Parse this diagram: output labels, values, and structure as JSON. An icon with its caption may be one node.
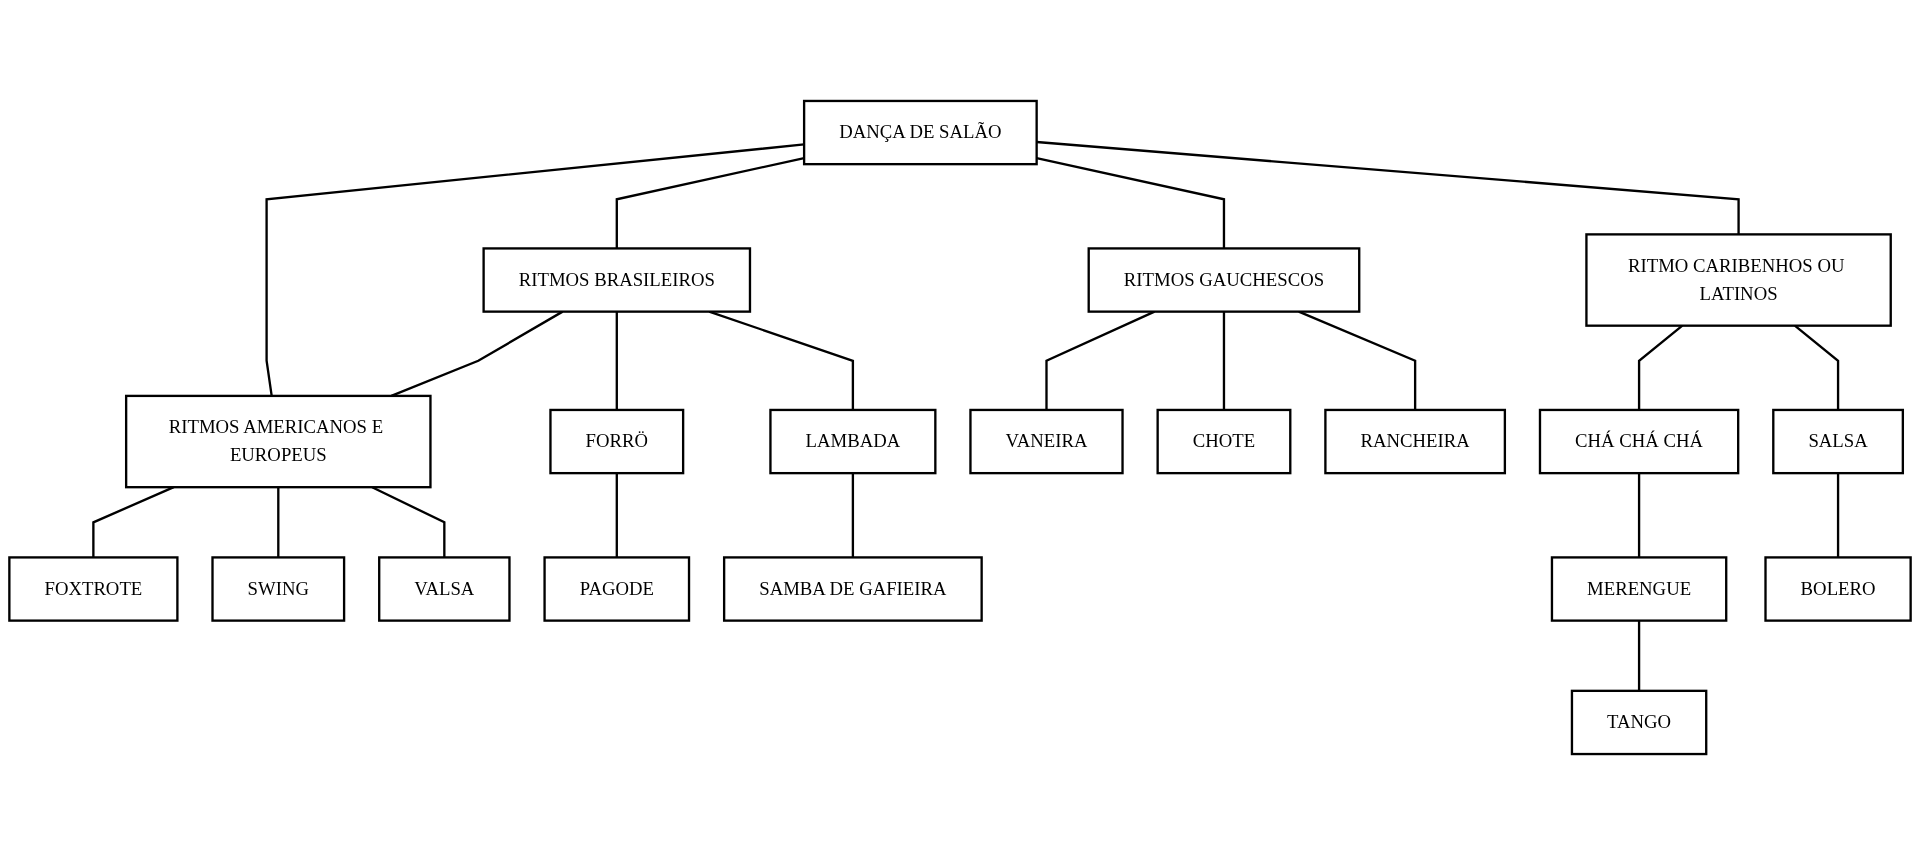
{
  "diagram": {
    "nodes": [
      {
        "text": [
          "DANÇA DE SALÃO"
        ]
      },
      {
        "text": [
          "RITMOS BRASILEIROS"
        ]
      },
      {
        "text": [
          "RITMOS AMERICANOS E EUROPEUS"
        ]
      },
      {
        "text": [
          "RITMOS GAUCHESCOS"
        ]
      },
      {
        "text": [
          "RITMO CARIBENHOS OU LATINOS"
        ]
      },
      {
        "text": [
          "FORRÖ"
        ]
      },
      {
        "text": [
          "LAMBADA"
        ]
      },
      {
        "text": [
          "FOXTROTE"
        ]
      },
      {
        "text": [
          "SWING"
        ]
      },
      {
        "text": [
          "VALSA"
        ]
      },
      {
        "text": [
          "VANEIRA"
        ]
      },
      {
        "text": [
          "CHOTE"
        ]
      },
      {
        "text": [
          "RANCHEIRA"
        ]
      },
      {
        "text": [
          "CHÁ CHÁ CHÁ"
        ]
      },
      {
        "text": [
          "SALSA"
        ]
      },
      {
        "text": [
          "PAGODE"
        ]
      },
      {
        "text": [
          "SAMBA DE GAFIEIRA"
        ]
      },
      {
        "text": [
          "MERENGUE"
        ]
      },
      {
        "text": [
          "BOLERO"
        ]
      },
      {
        "text": [
          "TANGO"
        ]
      }
    ],
    "edges": [
      {
        "from": 0,
        "to": 1,
        "arrow": "none"
      },
      {
        "from": 0,
        "to": 2,
        "arrow": "none"
      },
      {
        "from": 0,
        "to": 3,
        "arrow": "none"
      },
      {
        "from": 0,
        "to": 4,
        "arrow": "none"
      },
      {
        "from": 1,
        "to": 2,
        "arrow": "none"
      },
      {
        "from": 1,
        "to": 5,
        "arrow": "none"
      },
      {
        "from": 1,
        "to": 6,
        "arrow": "none"
      },
      {
        "from": 2,
        "to": 7,
        "arrow": "none"
      },
      {
        "from": 2,
        "to": 8,
        "arrow": "none"
      },
      {
        "from": 2,
        "to": 9,
        "arrow": "none"
      },
      {
        "from": 3,
        "to": 10,
        "arrow": "none"
      },
      {
        "from": 3,
        "to": 11,
        "arrow": "none"
      },
      {
        "from": 3,
        "to": 12,
        "arrow": "none"
      },
      {
        "from": 4,
        "to": 13,
        "arrow": "none"
      },
      {
        "from": 4,
        "to": 14,
        "arrow": "none"
      },
      {
        "from": 5,
        "to": 15,
        "arrow": "none"
      },
      {
        "from": 6,
        "to": 16,
        "arrow": "none"
      },
      {
        "from": 13,
        "to": 17,
        "arrow": "none"
      },
      {
        "from": 14,
        "to": 18,
        "arrow": "none"
      },
      {
        "from": 17,
        "to": 19,
        "arrow": "none"
      }
    ]
  }
}
